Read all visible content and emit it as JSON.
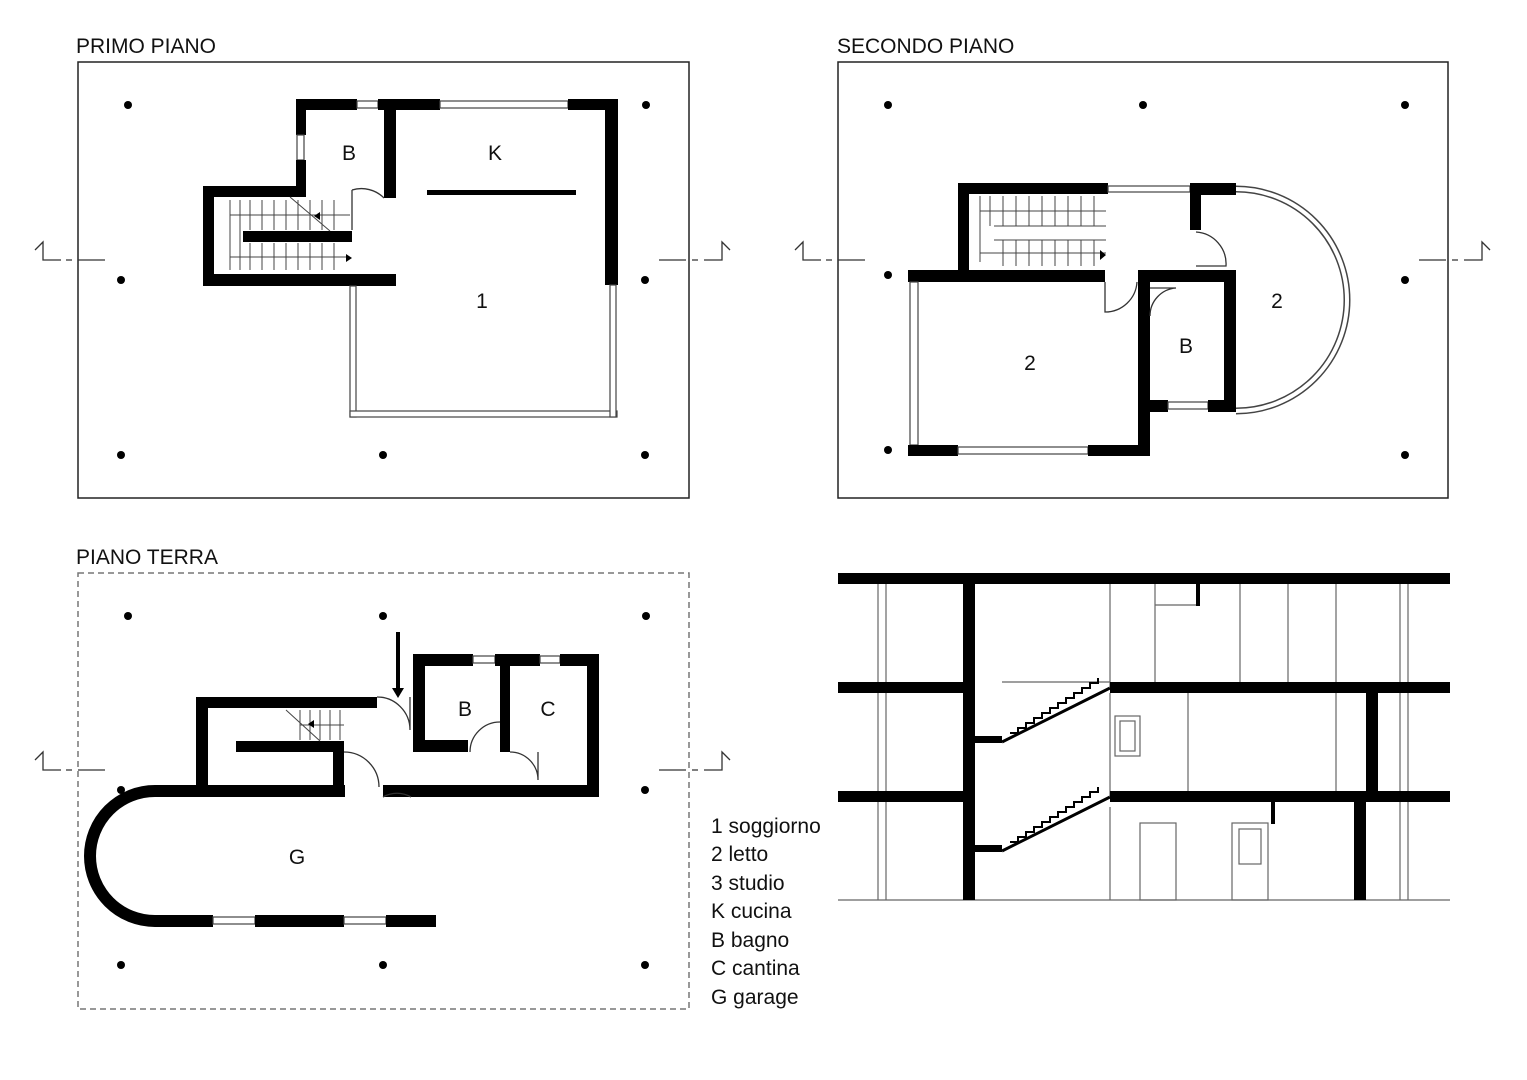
{
  "plans": {
    "primo": {
      "title": "PRIMO PIANO",
      "rooms": [
        "B",
        "K",
        "1"
      ]
    },
    "secondo": {
      "title": "SECONDO PIANO",
      "rooms": [
        "2",
        "2",
        "B"
      ]
    },
    "terra": {
      "title": "PIANO TERRA",
      "rooms": [
        "B",
        "C",
        "G"
      ]
    }
  },
  "legend": [
    "1 soggiorno",
    "2 letto",
    "3 studio",
    "K cucina",
    "B bagno",
    "C cantina",
    "G garage"
  ],
  "colors": {
    "wall": "#000000",
    "line": "#444444"
  }
}
